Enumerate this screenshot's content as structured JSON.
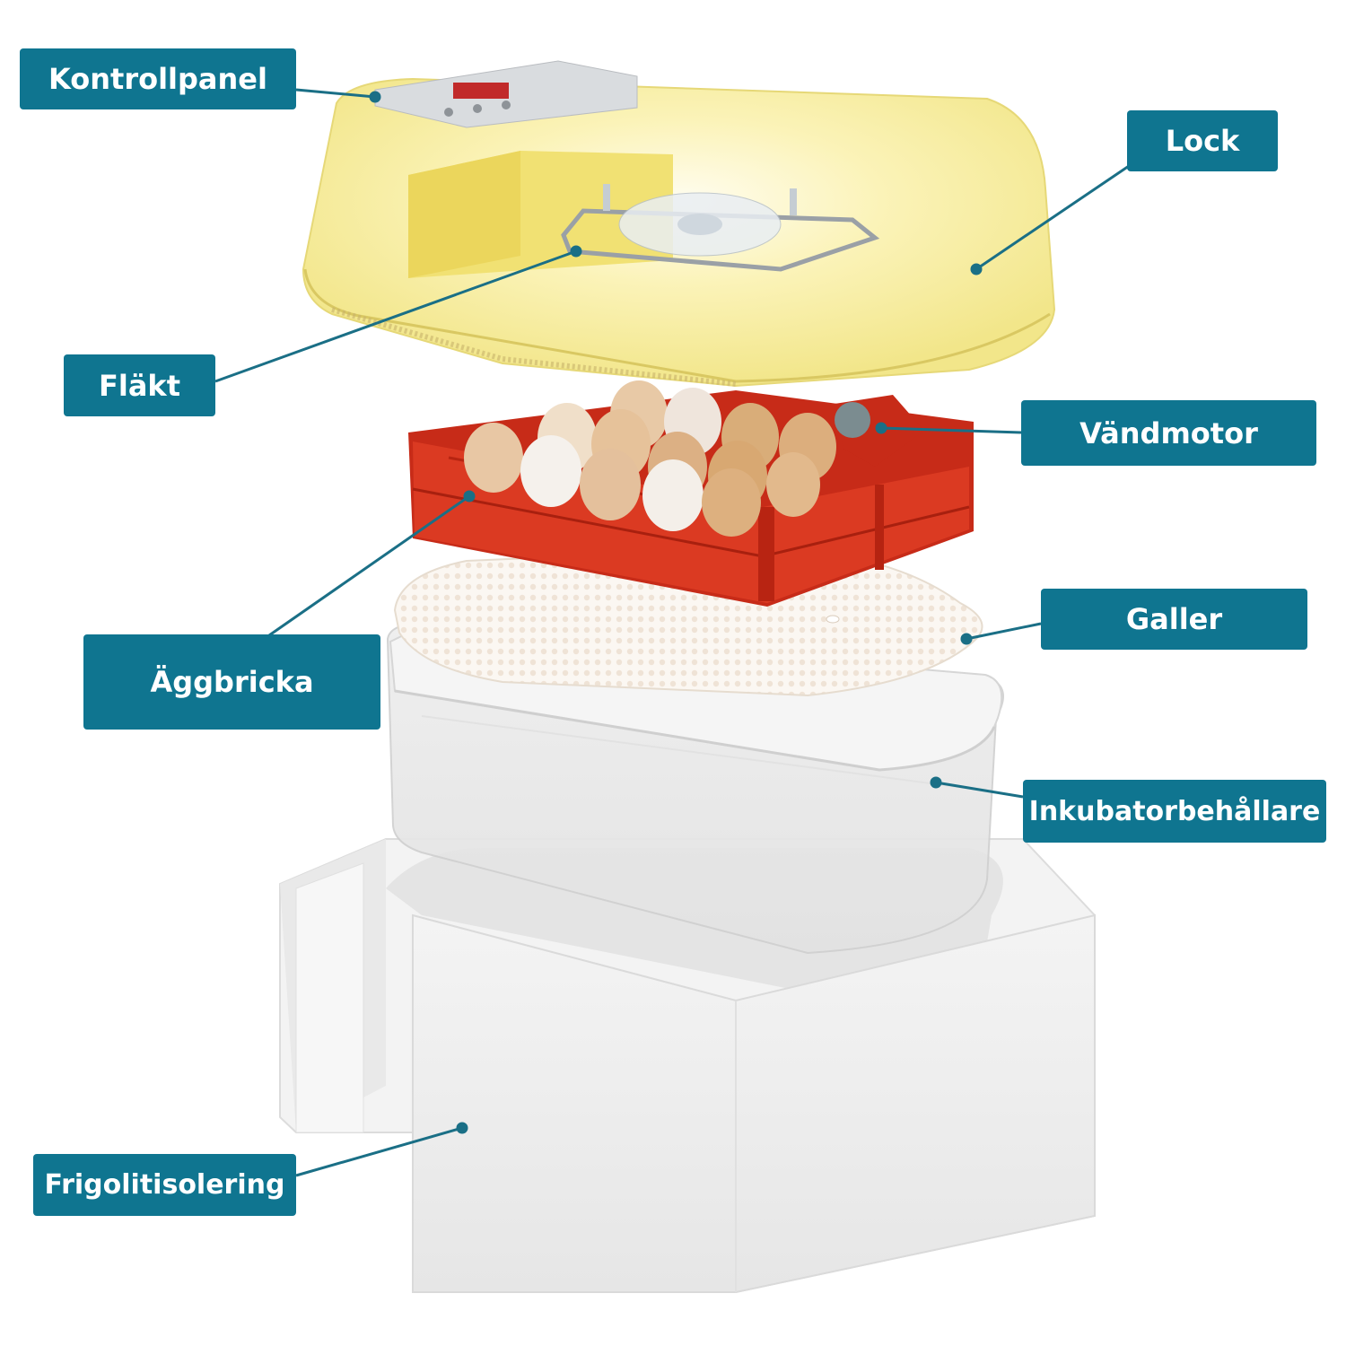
{
  "labels": {
    "control_panel": "Kontrollpanel",
    "lid": "Lock",
    "fan": "Fläkt",
    "turning_motor": "Vändmotor",
    "egg_tray": "Äggbricka",
    "grid": "Galler",
    "container": "Inkubatorbehållare",
    "insulation": "Frigolitisolering"
  },
  "colors": {
    "label_bg": "#0f7590",
    "label_text": "#ffffff",
    "leader_line": "#1a6f86",
    "lid_yellow": "#f6ec9c",
    "tray_red": "#d8321f",
    "foam_white": "#f2f2f2"
  },
  "icons": {
    "fan": "fan-icon",
    "egg": "egg-icon"
  }
}
